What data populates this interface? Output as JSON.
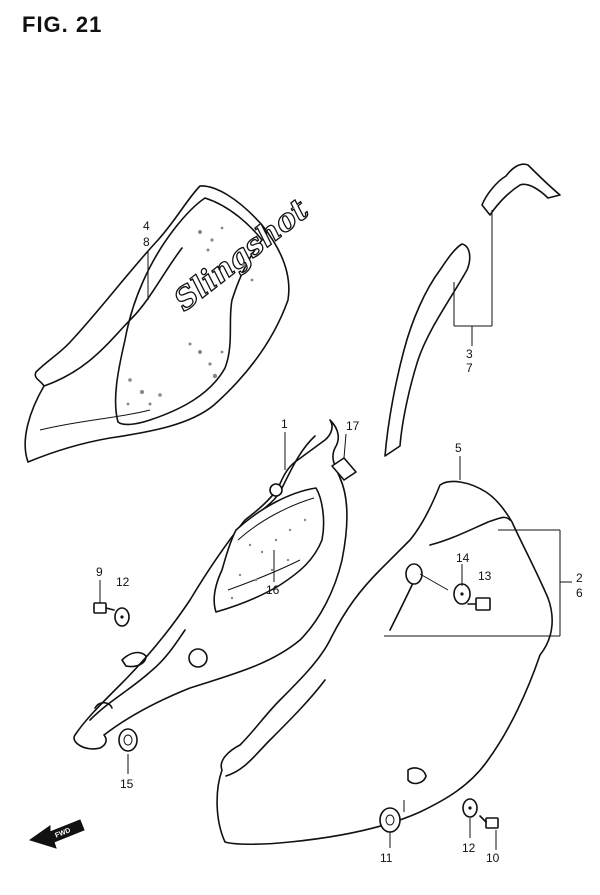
{
  "title": "FIG. 21",
  "callouts": {
    "p1": "1",
    "p2": "2",
    "p3": "3",
    "p4": "4",
    "p5": "5",
    "p6": "6",
    "p7": "7",
    "p8": "8",
    "p9": "9",
    "p10": "10",
    "p11": "11",
    "p12a": "12",
    "p12b": "12",
    "p13": "13",
    "p14": "14",
    "p15": "15",
    "p16": "16",
    "p17": "17"
  },
  "emblem_text": "Slingshot",
  "fwd_label": "FWD"
}
